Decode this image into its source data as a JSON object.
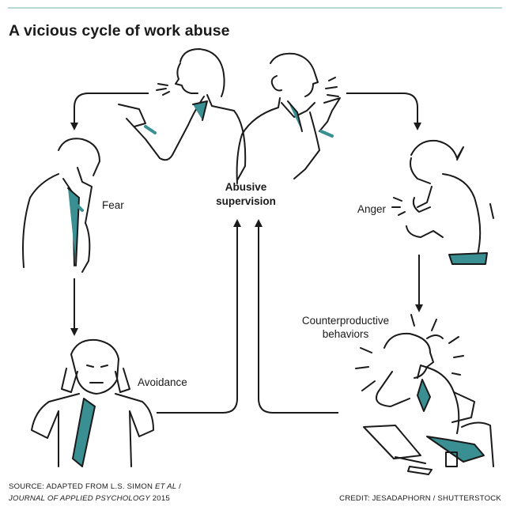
{
  "title": "A vicious cycle of work abuse",
  "labels": {
    "center_line1": "Abusive",
    "center_line2": "supervision",
    "fear": "Fear",
    "anger": "Anger",
    "avoidance": "Avoidance",
    "counter_line1": "Counterproductive",
    "counter_line2": "behaviors"
  },
  "footer": {
    "source_prefix": "SOURCE: ADAPTED FROM L.S. SIMON ",
    "source_etal": "ET AL",
    "source_slash": " /",
    "journal": "JOURNAL OF APPLIED PSYCHOLOGY",
    "year": " 2015",
    "credit": "CREDIT: JESADAPHORN / SHUTTERSTOCK"
  },
  "colors": {
    "accent": "#3a8f93",
    "line": "#1a1a1a",
    "rule": "#b8d8d6"
  }
}
